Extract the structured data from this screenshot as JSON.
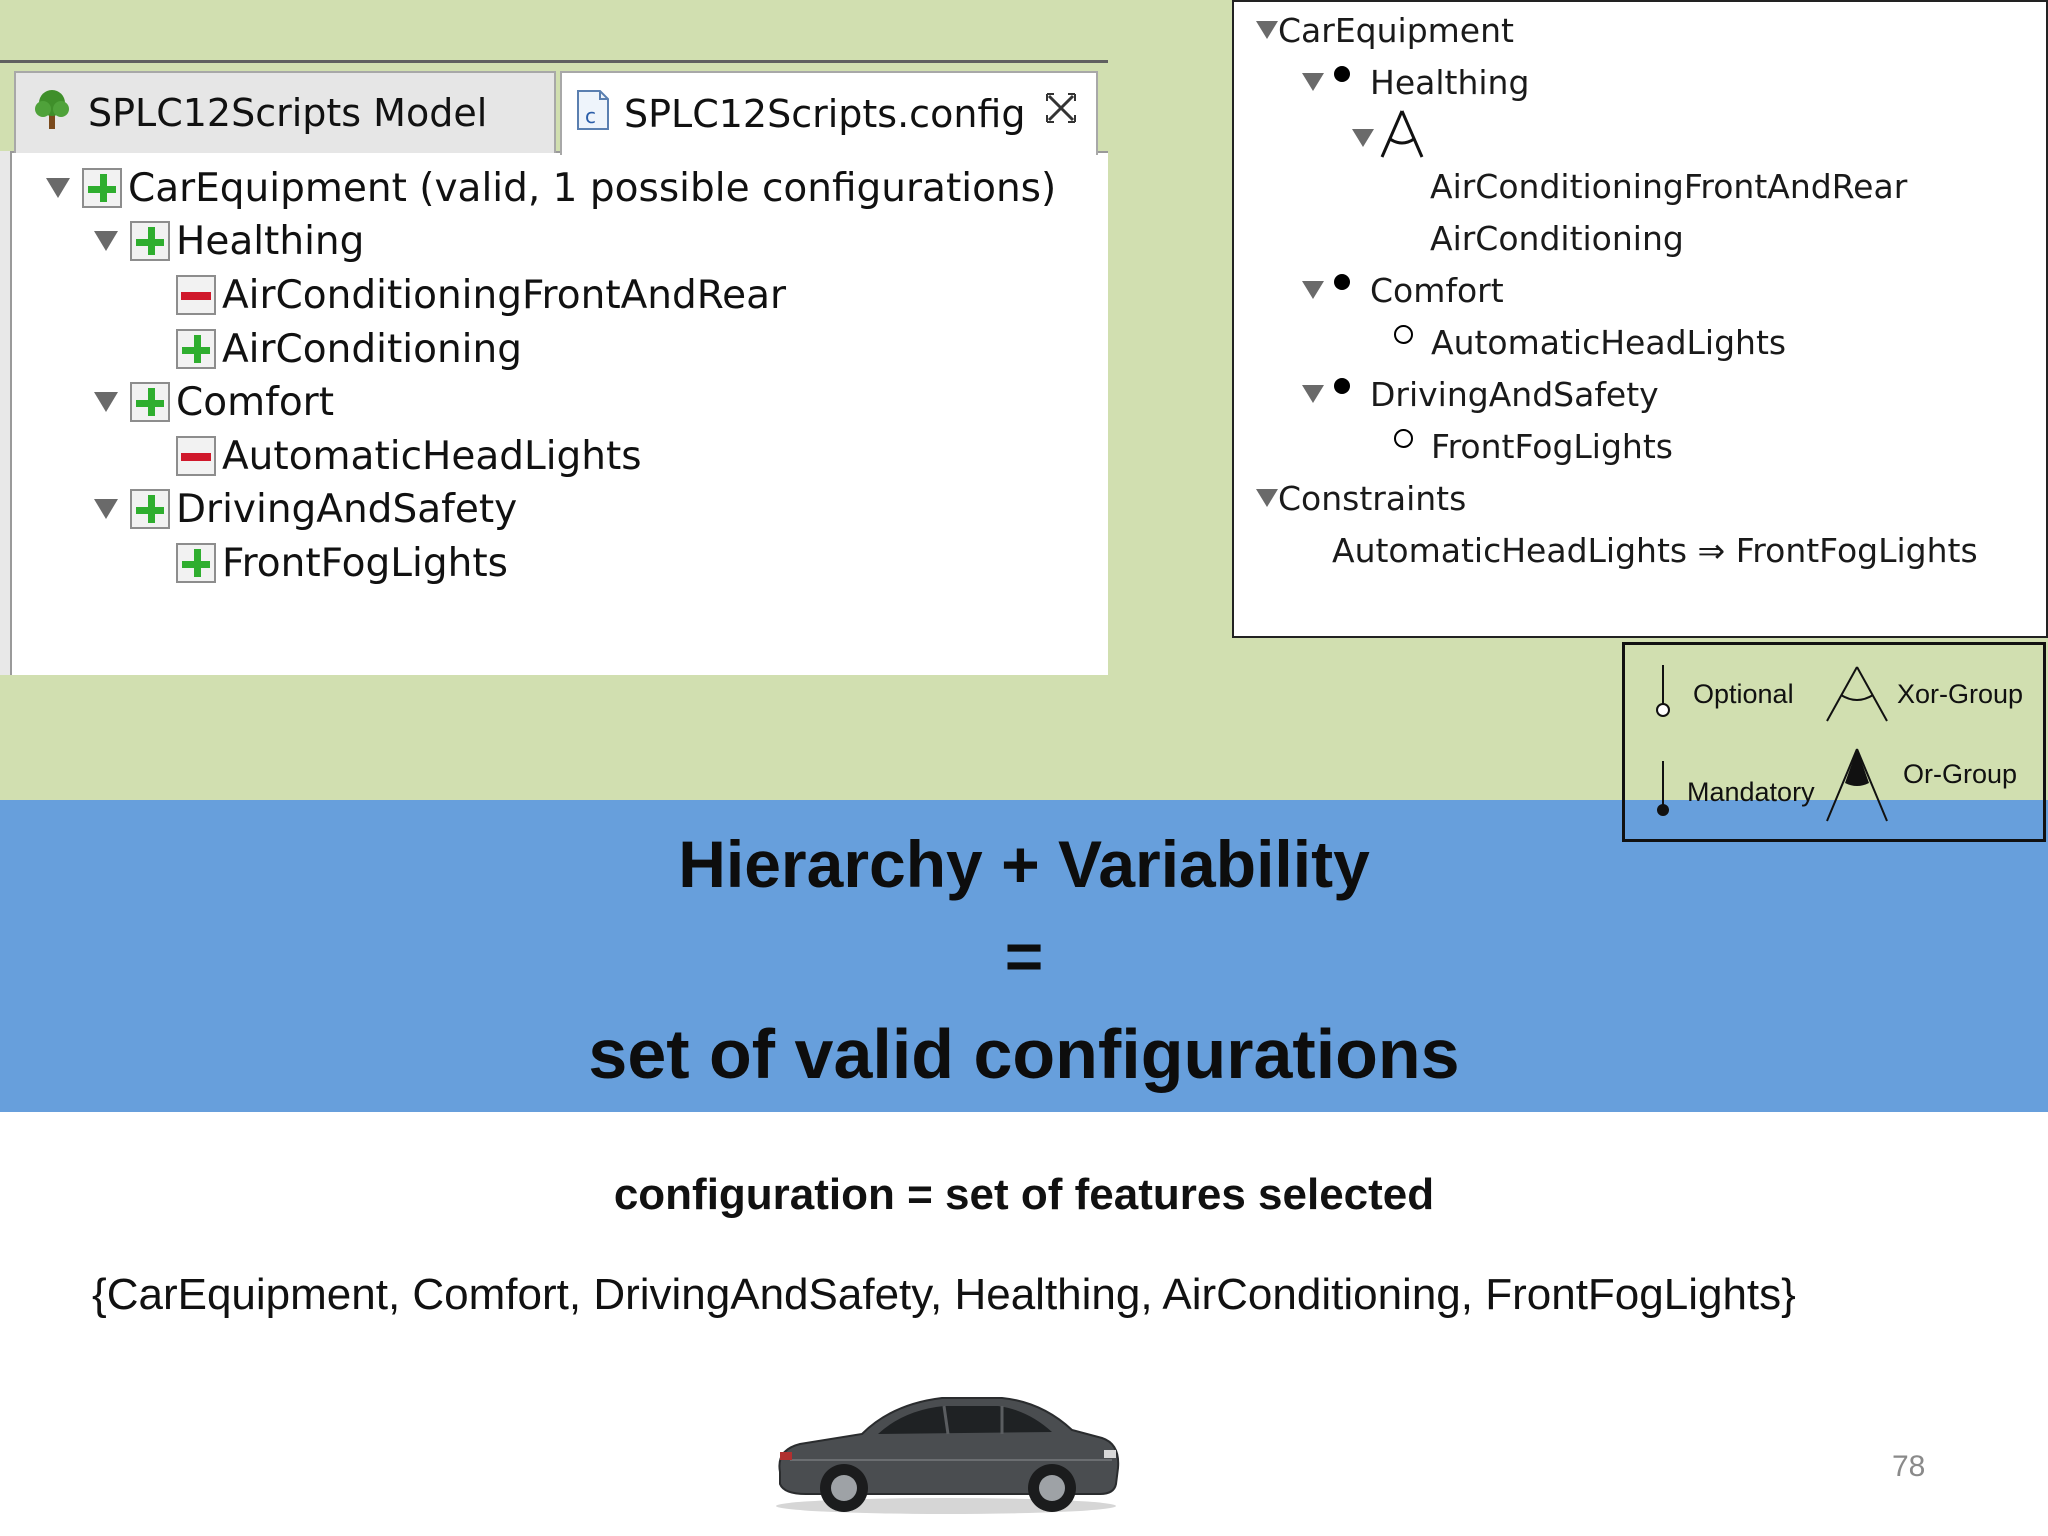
{
  "editor": {
    "tabs": [
      {
        "label": "SPLC12Scripts Model",
        "icon": "tree-icon"
      },
      {
        "label": "SPLC12Scripts.config",
        "icon": "config-file-icon",
        "close": "close-icon"
      }
    ],
    "tree": [
      {
        "label": "CarEquipment (valid, 1 possible configurations)",
        "state": "selected",
        "level": 0,
        "expanded": true
      },
      {
        "label": "Healthing",
        "state": "selected",
        "level": 1,
        "expanded": true
      },
      {
        "label": "AirConditioningFrontAndRear",
        "state": "deselected",
        "level": 2
      },
      {
        "label": "AirConditioning",
        "state": "selected",
        "level": 2
      },
      {
        "label": "Comfort",
        "state": "selected",
        "level": 1,
        "expanded": true
      },
      {
        "label": "AutomaticHeadLights",
        "state": "deselected",
        "level": 2
      },
      {
        "label": "DrivingAndSafety",
        "state": "selected",
        "level": 1,
        "expanded": true
      },
      {
        "label": "FrontFogLights",
        "state": "selected",
        "level": 2
      }
    ]
  },
  "feature_model": {
    "root": "CarEquipment",
    "nodes": [
      {
        "label": "Healthing",
        "kind": "mandatory"
      },
      {
        "label": "AirConditioningFrontAndRear",
        "kind": "xor-member"
      },
      {
        "label": "AirConditioning",
        "kind": "xor-member"
      },
      {
        "label": "Comfort",
        "kind": "mandatory"
      },
      {
        "label": "AutomaticHeadLights",
        "kind": "optional"
      },
      {
        "label": "DrivingAndSafety",
        "kind": "mandatory"
      },
      {
        "label": "FrontFogLights",
        "kind": "optional"
      }
    ],
    "constraints_label": "Constraints",
    "constraint": "AutomaticHeadLights ⇒ FrontFogLights"
  },
  "legend": {
    "optional": "Optional",
    "mandatory": "Mandatory",
    "xor_group": "Xor-Group",
    "or_group": "Or-Group"
  },
  "headline": {
    "line1": "Hierarchy + Variability",
    "line2": "=",
    "line3": "set of valid configurations"
  },
  "subtitle": "configuration = set of features selected",
  "config_set": "{CarEquipment, Comfort, DrivingAndSafety, Healthing, AirConditioning, FrontFogLights}",
  "page_number": "78",
  "colors": {
    "top_band": "#d1dfb0",
    "blue_band": "#679fdc",
    "selected_green": "#2fae2f",
    "deselected_red": "#d0182b"
  }
}
